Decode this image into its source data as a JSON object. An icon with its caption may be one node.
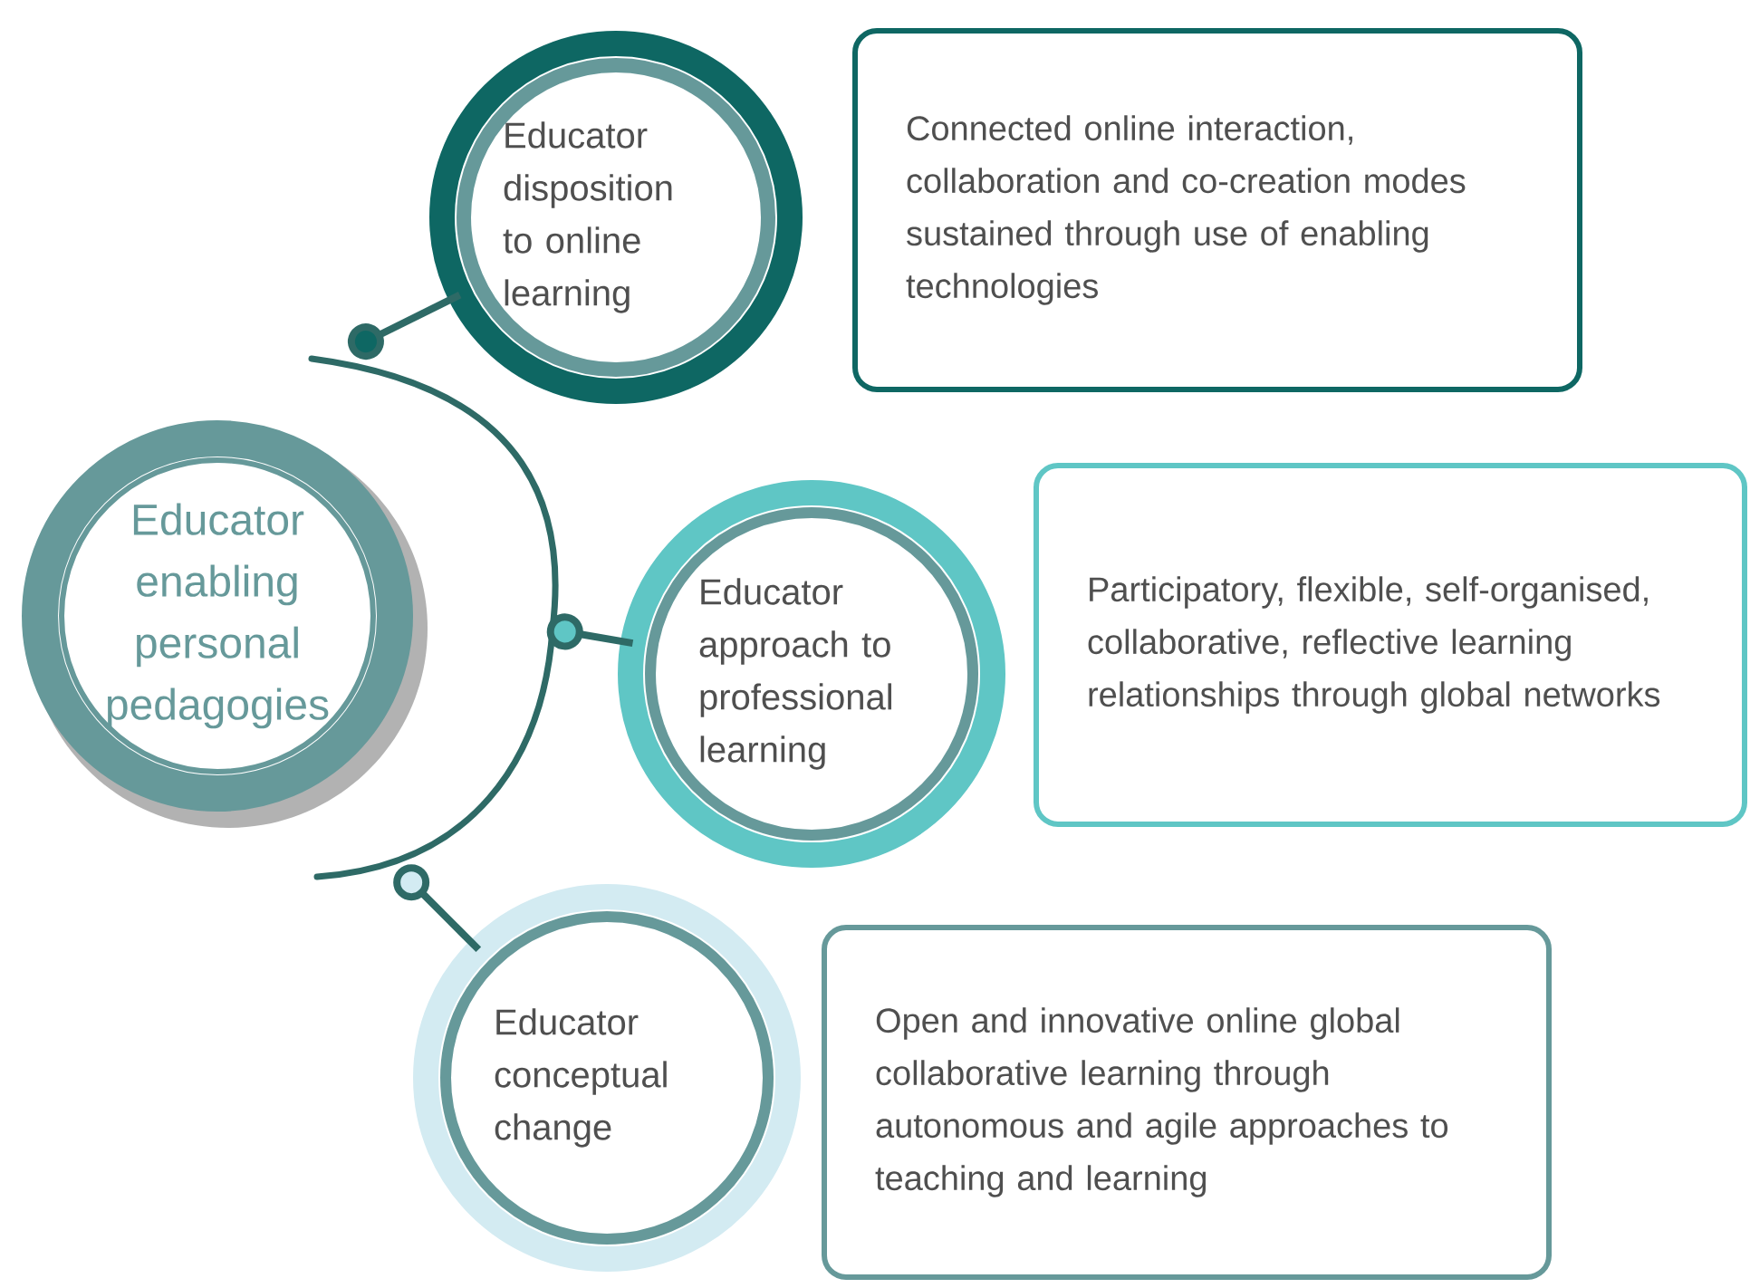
{
  "diagram": {
    "nodes": [
      {
        "text": [
          "Educator enabling personal pedagogies"
        ]
      },
      {
        "text": [
          "Educator disposition to online learning"
        ]
      },
      {
        "text": [
          "Connected online interaction, collaboration and co-creation modes sustained through use of enabling technologies"
        ]
      },
      {
        "text": [
          "Educator approach to professional learning"
        ]
      },
      {
        "text": [
          "Participatory, flexible, self-organised, collaborative, reflective learning relationships through global networks"
        ]
      },
      {
        "text": [
          "Educator conceptual change"
        ]
      },
      {
        "text": [
          "Open and innovative online global collaborative learning through autonomous and agile approaches to teaching and learning"
        ]
      },
      {
        "text": [],
        "shape": "arc"
      }
    ],
    "edges": [
      {
        "from": 7,
        "to": 1,
        "arrow": "other"
      },
      {
        "from": 7,
        "to": 3,
        "arrow": "other"
      },
      {
        "from": 7,
        "to": 5,
        "arrow": "other"
      }
    ]
  }
}
